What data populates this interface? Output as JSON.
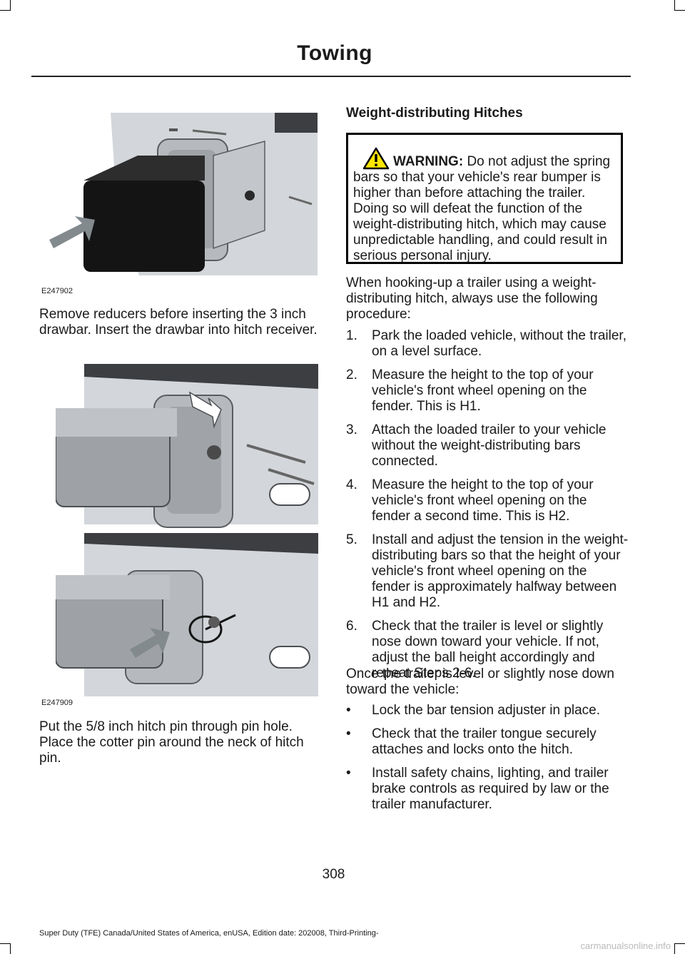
{
  "header": {
    "title": "Towing"
  },
  "figures": {
    "fig1": {
      "code": "E247902"
    },
    "fig2": {
      "code": "E247909"
    }
  },
  "left": {
    "para1": "Remove reducers before inserting the 3 inch drawbar. Insert the drawbar into hitch receiver.",
    "para2": "Put the 5/8 inch hitch pin through pin hole. Place the cotter pin around the neck of hitch pin."
  },
  "right": {
    "heading": "Weight-distributing Hitches",
    "warning": {
      "label": "WARNING:",
      "text": "Do not adjust the spring bars so that your vehicle's rear bumper is higher than before attaching the trailer. Doing so will defeat the function of the weight-distributing hitch, which may cause unpredictable handling, and could result in serious personal injury."
    },
    "intro": "When hooking-up a trailer using a weight-distributing hitch, always use the following procedure:",
    "steps": [
      {
        "num": "1.",
        "text": "Park the loaded vehicle, without the trailer, on a level surface."
      },
      {
        "num": "2.",
        "text": "Measure the height to the top of your vehicle's front wheel opening on the fender. This is H1."
      },
      {
        "num": "3.",
        "text": "Attach the loaded trailer to your vehicle without the weight-distributing bars connected."
      },
      {
        "num": "4.",
        "text": "Measure the height to the top of your vehicle's front wheel opening on the fender a second time. This is H2."
      },
      {
        "num": "5.",
        "text": "Install and adjust the tension in the weight-distributing bars so that the height of your vehicle's front wheel opening on the fender is approximately halfway between H1 and H2."
      },
      {
        "num": "6.",
        "text": "Check that the trailer is level or slightly nose down toward your vehicle. If not, adjust the ball height accordingly and repeat Steps 2-6."
      }
    ],
    "after": "Once the trailer is level or slightly nose down toward the vehicle:",
    "bullets": [
      {
        "mark": "•",
        "text": "Lock the bar tension adjuster in place."
      },
      {
        "mark": "•",
        "text": "Check that the trailer tongue securely attaches and locks onto the hitch."
      },
      {
        "mark": "•",
        "text": "Install safety chains, lighting, and trailer brake controls as required by law or the trailer manufacturer."
      }
    ]
  },
  "page_number": "308",
  "footer": "Super Duty (TFE) Canada/United States of America, enUSA, Edition date: 202008, Third-Printing-",
  "watermark": "carmanualsonline.info"
}
